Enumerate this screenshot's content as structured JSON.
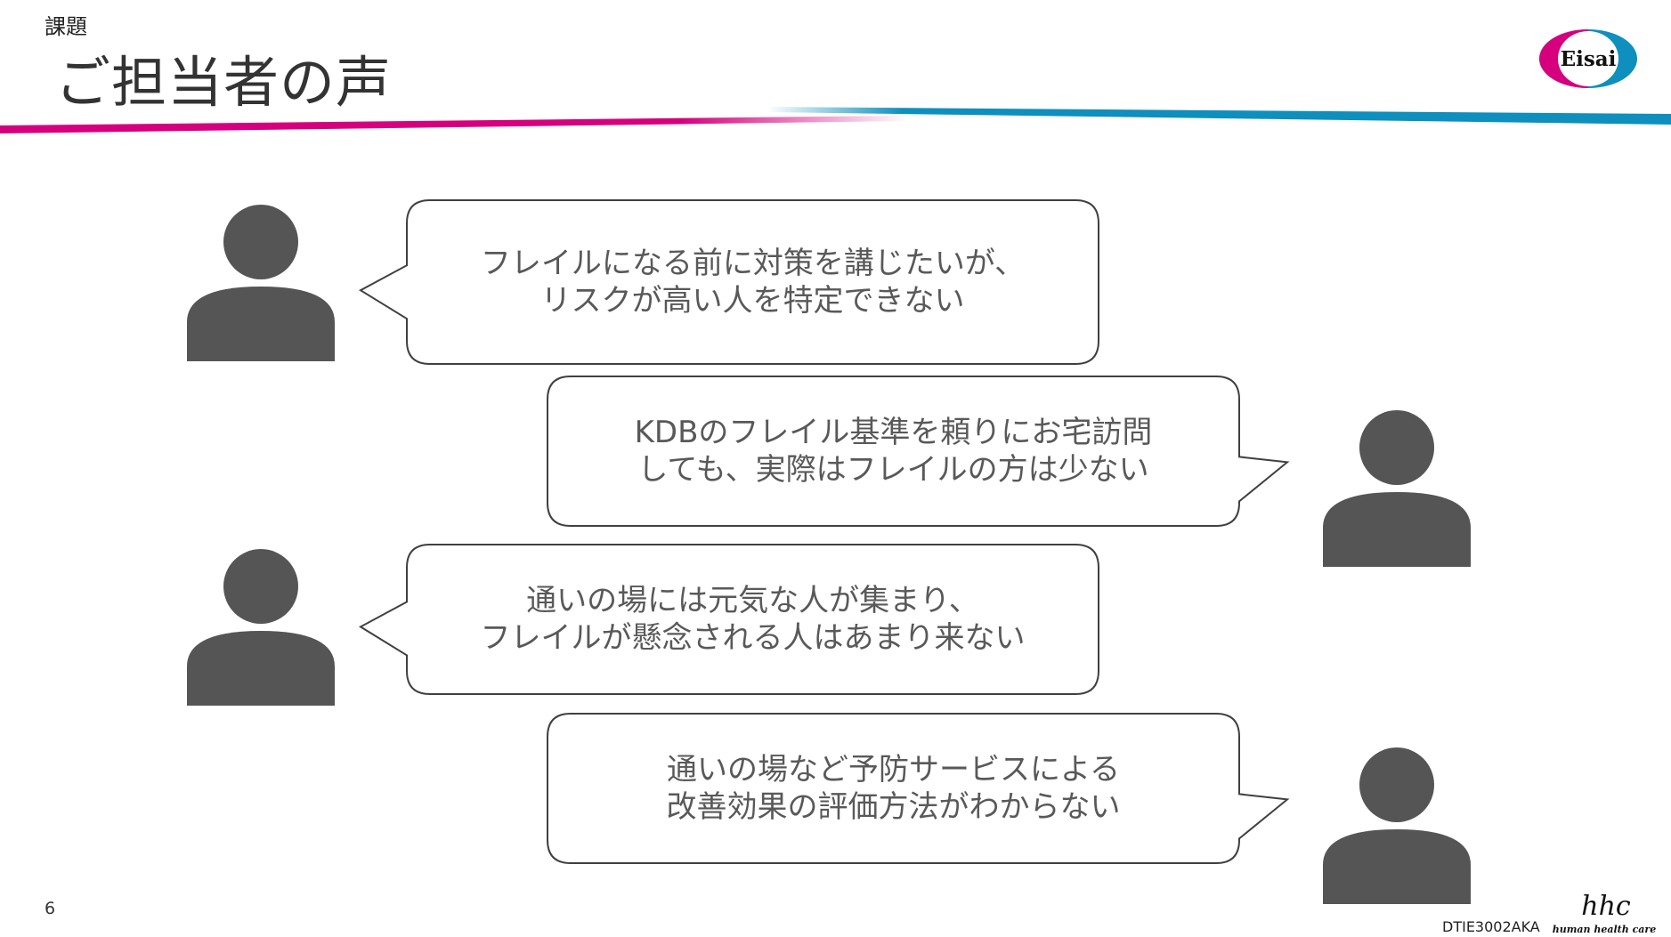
{
  "header": {
    "section_label": "課題",
    "title": "ご担当者の声",
    "logo_text": "Eisai"
  },
  "colors": {
    "magenta": "#d6007f",
    "blue": "#0e8fbd",
    "figure": "#555555",
    "text": "#595959"
  },
  "voices": [
    {
      "side": "left",
      "lines": [
        "フレイルになる前に対策を講じたいが、",
        "リスクが高い人を特定できない"
      ]
    },
    {
      "side": "right",
      "lines": [
        "KDBのフレイル基準を頼りにお宅訪問",
        "しても、実際はフレイルの方は少ない"
      ]
    },
    {
      "side": "left",
      "lines": [
        "通いの場には元気な人が集まり、",
        "フレイルが懸念される人はあまり来ない"
      ]
    },
    {
      "side": "right",
      "lines": [
        "通いの場など予防サービスによる",
        "改善効果の評価方法がわからない"
      ]
    }
  ],
  "footer": {
    "page_number": "6",
    "doc_code": "DTIE3002AKA",
    "hhc_mark": "hhc",
    "hhc_tagline": "human health care"
  }
}
